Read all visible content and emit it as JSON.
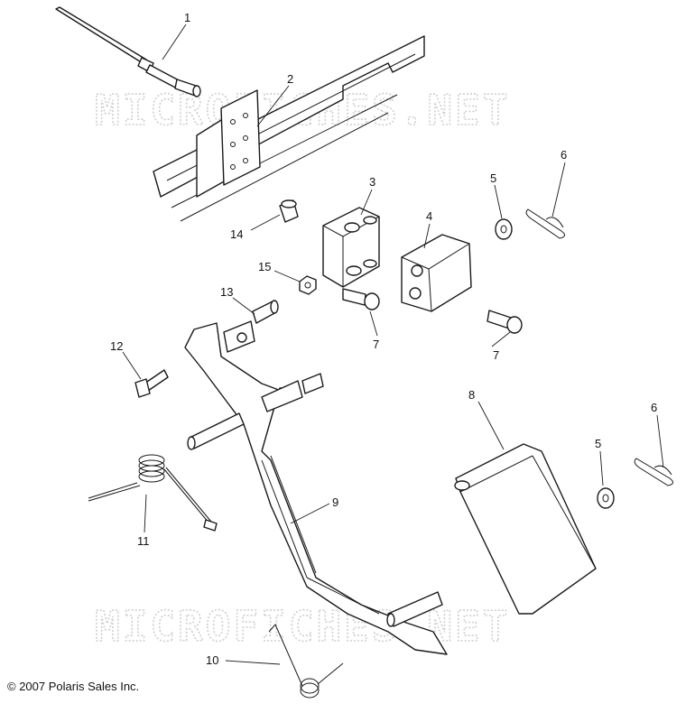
{
  "watermark": "MICROFICHES.NET",
  "copyright": "© 2007 Polaris Sales Inc.",
  "callouts": [
    "1",
    "2",
    "3",
    "4",
    "5",
    "6",
    "7",
    "7",
    "8",
    "9",
    "10",
    "11",
    "12",
    "13",
    "14",
    "15",
    "5",
    "6"
  ]
}
